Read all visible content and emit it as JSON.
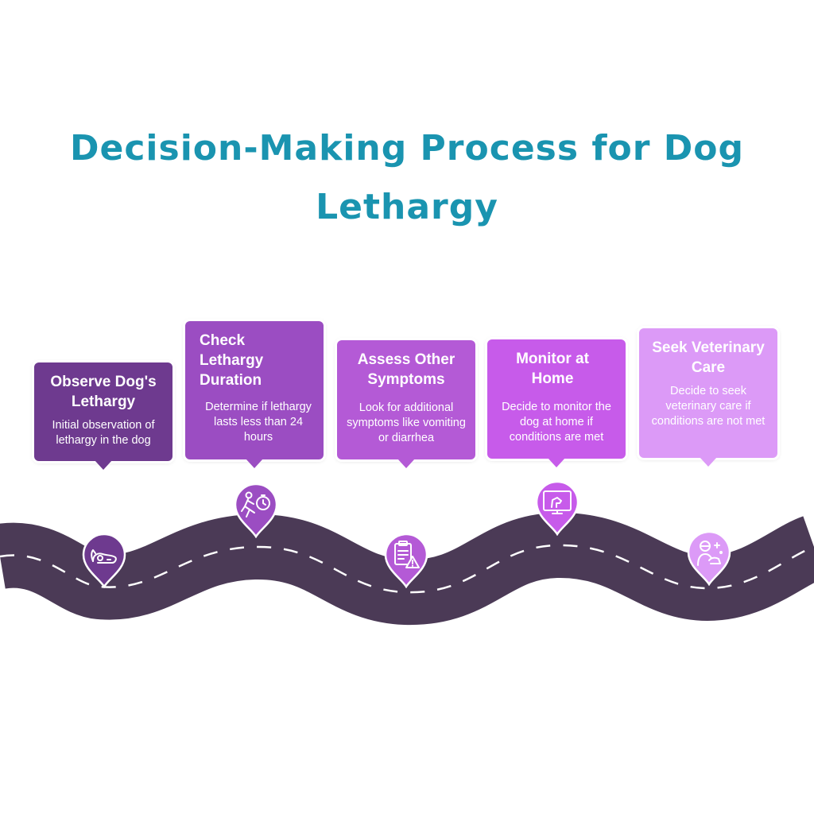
{
  "title": "Decision-Making Process for Dog Lethargy",
  "steps": [
    {
      "title": "Observe Dog's Lethargy",
      "description": "Initial observation of lethargy in the dog",
      "icon": "dog-lying-icon",
      "color": "#6e3a8f"
    },
    {
      "title": "Check Lethargy Duration",
      "description": "Determine if lethargy lasts less than 24 hours",
      "icon": "running-stopwatch-icon",
      "color": "#9b4dc2"
    },
    {
      "title": "Assess Other Symptoms",
      "description": "Look for additional symptoms like vomiting or diarrhea",
      "icon": "clipboard-warning-icon",
      "color": "#b45ad6"
    },
    {
      "title": "Monitor at Home",
      "description": "Decide to monitor the dog at home if conditions are met",
      "icon": "monitor-dog-icon",
      "color": "#c75bea"
    },
    {
      "title": "Seek Veterinary Care",
      "description": "Decide to seek veterinary care if conditions are not met",
      "icon": "vet-care-icon",
      "color": "#dc9af7"
    }
  ],
  "road_color": "#4b3a56"
}
